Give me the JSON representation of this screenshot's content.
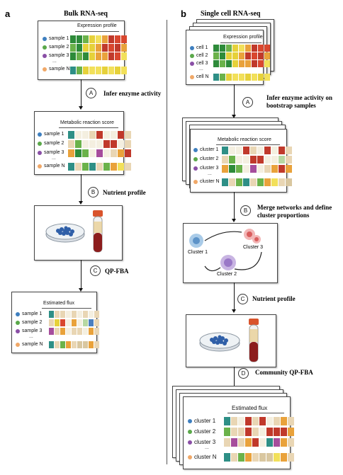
{
  "panel_a": {
    "letter": "a",
    "title": "Bulk RNA-seq",
    "expr_box": {
      "title": "Expression profile",
      "rows": [
        "sample 1",
        "sample 2",
        "sample 3",
        "sample N"
      ],
      "ellipsis": "..."
    },
    "step_a": {
      "icon": "A",
      "label": "Infer enzyme activity"
    },
    "score_box": {
      "title": "Metabolic reaction score",
      "rows": [
        "sample 1",
        "sample 2",
        "sample 3",
        "sample N"
      ],
      "ellipsis": "..."
    },
    "step_b": {
      "icon": "B",
      "label": "Nutrient profile"
    },
    "step_c": {
      "icon": "C",
      "label": "QP-FBA"
    },
    "flux_box": {
      "title": "Estimated flux",
      "rows": [
        "sample 1",
        "sample 2",
        "sample 3",
        "sample N"
      ],
      "ellipsis": "..."
    }
  },
  "panel_b": {
    "letter": "b",
    "title": "Single cell RNA-seq",
    "expr_box": {
      "title": "Expression profile",
      "rows": [
        "cell 1",
        "cell 2",
        "cell 3",
        "cell N"
      ],
      "ellipsis": "..."
    },
    "step_a": {
      "icon": "A",
      "label_1": "Infer enzyme activity on",
      "label_2": "bootstrap samples"
    },
    "score_box": {
      "title": "Metabolic reaction score",
      "rows": [
        "cluster 1",
        "cluster 2",
        "cluster 3",
        "cluster N"
      ],
      "ellipsis": "..."
    },
    "step_b": {
      "icon": "B",
      "label_1": "Merge networks and define",
      "label_2": "cluster proportions"
    },
    "network": {
      "c1": "Cluster 1",
      "c2": "Cluster 2",
      "c3": "Cluster 3"
    },
    "step_c": {
      "icon": "C",
      "label": "Nutrient profile"
    },
    "step_d": {
      "icon": "D",
      "label": "Community QP-FBA"
    },
    "flux_box": {
      "title": "Estimated flux",
      "rows": [
        "cluster 1",
        "cluster 2",
        "cluster 3",
        "cluster N"
      ],
      "ellipsis": "..."
    }
  },
  "colors": {
    "row_dots": [
      "#3e7fbf",
      "#5aa84a",
      "#8a4fa6",
      "#f0a868"
    ],
    "arrow": "#111111"
  }
}
